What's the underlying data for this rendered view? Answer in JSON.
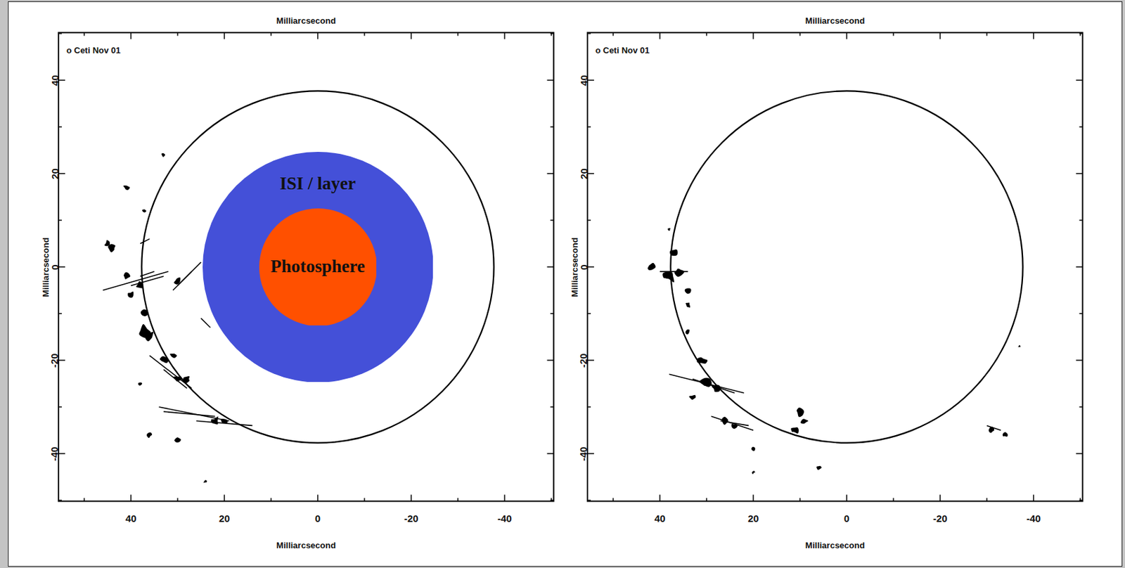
{
  "diagram": {
    "nodes": [
      {
        "text": [
          "ISI / layer"
        ]
      },
      {
        "text": [
          "Photosphere"
        ],
        "in": 0
      }
    ],
    "labels": [
      "Milliarcsecond",
      "Milliarcsecond",
      "Milliarcsecond",
      "o Ceti Nov 01",
      "40",
      "20",
      "0",
      "-20",
      "-40",
      "40",
      "20",
      "0",
      "-20",
      "-40",
      "Milliarcsecond",
      "Milliarcsecond",
      "Milliarcsecond",
      "o Ceti Nov 01",
      "40",
      "20",
      "0",
      "-20",
      "-40",
      "40",
      "20",
      "0",
      "-20",
      "-40"
    ]
  }
}
